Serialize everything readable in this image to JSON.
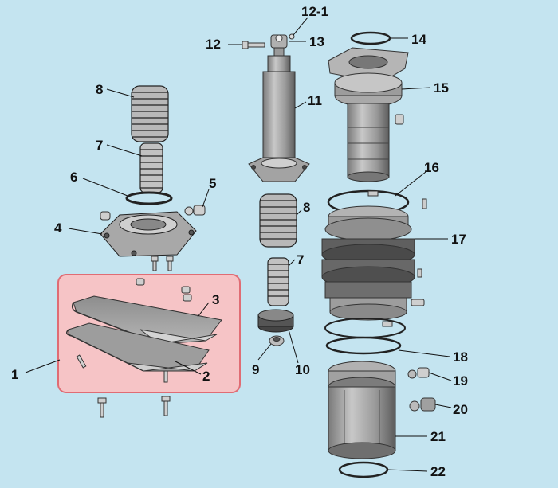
{
  "diagram": {
    "background_color": "#c4e4f0",
    "highlight_fill": "#f6c4c6",
    "highlight_stroke": "#e06c74",
    "part_fill": "#b9b9b9",
    "part_dark": "#6a6a6a",
    "callouts": [
      {
        "id": "1",
        "label": "1"
      },
      {
        "id": "2",
        "label": "2"
      },
      {
        "id": "3",
        "label": "3"
      },
      {
        "id": "4",
        "label": "4"
      },
      {
        "id": "5",
        "label": "5"
      },
      {
        "id": "6",
        "label": "6"
      },
      {
        "id": "7a",
        "label": "7"
      },
      {
        "id": "8a",
        "label": "8"
      },
      {
        "id": "7b",
        "label": "7"
      },
      {
        "id": "8b",
        "label": "8"
      },
      {
        "id": "9",
        "label": "9"
      },
      {
        "id": "10",
        "label": "10"
      },
      {
        "id": "11",
        "label": "11"
      },
      {
        "id": "12",
        "label": "12"
      },
      {
        "id": "12-1",
        "label": "12-1"
      },
      {
        "id": "13",
        "label": "13"
      },
      {
        "id": "14",
        "label": "14"
      },
      {
        "id": "15",
        "label": "15"
      },
      {
        "id": "16",
        "label": "16"
      },
      {
        "id": "17",
        "label": "17"
      },
      {
        "id": "18",
        "label": "18"
      },
      {
        "id": "19",
        "label": "19"
      },
      {
        "id": "20",
        "label": "20"
      },
      {
        "id": "21",
        "label": "21"
      },
      {
        "id": "22",
        "label": "22"
      }
    ]
  }
}
